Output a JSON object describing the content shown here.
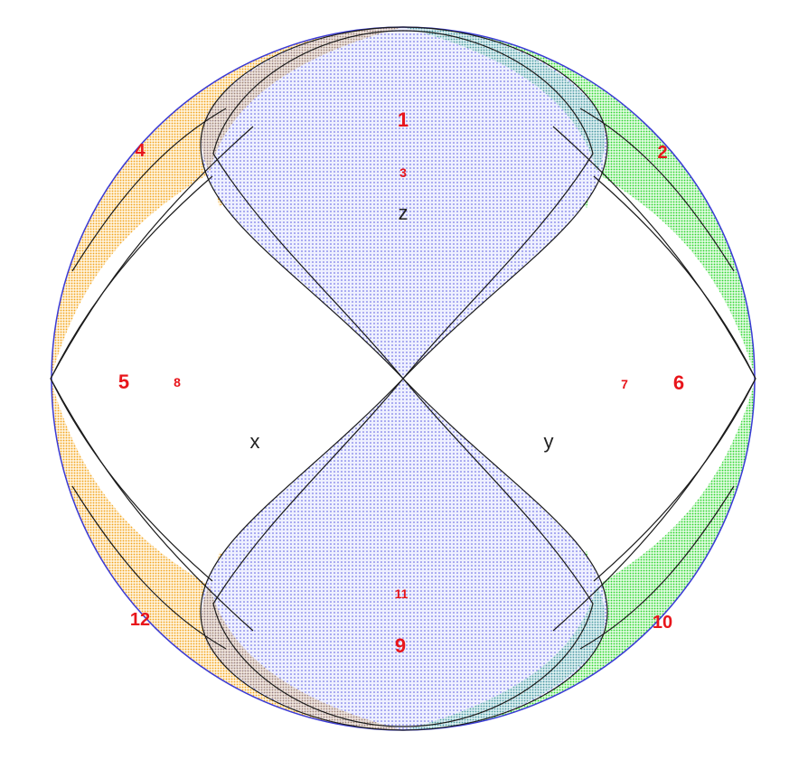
{
  "diagram": {
    "colors": {
      "orange_set": "#f2a31c",
      "green_set": "#2ed62e",
      "blue_set": "#3a3ad6",
      "outline": "#1a1a1a",
      "region_number": "#e8151b",
      "label": "#222222"
    },
    "set_labels": {
      "x": "x",
      "y": "y",
      "z": "z"
    },
    "regions": {
      "r1": "1",
      "r2": "2",
      "r3": "3",
      "r4": "4",
      "r5": "5",
      "r6": "6",
      "r7": "7",
      "r8": "8",
      "r9": "9",
      "r10": "10",
      "r11": "11",
      "r12": "12"
    }
  }
}
